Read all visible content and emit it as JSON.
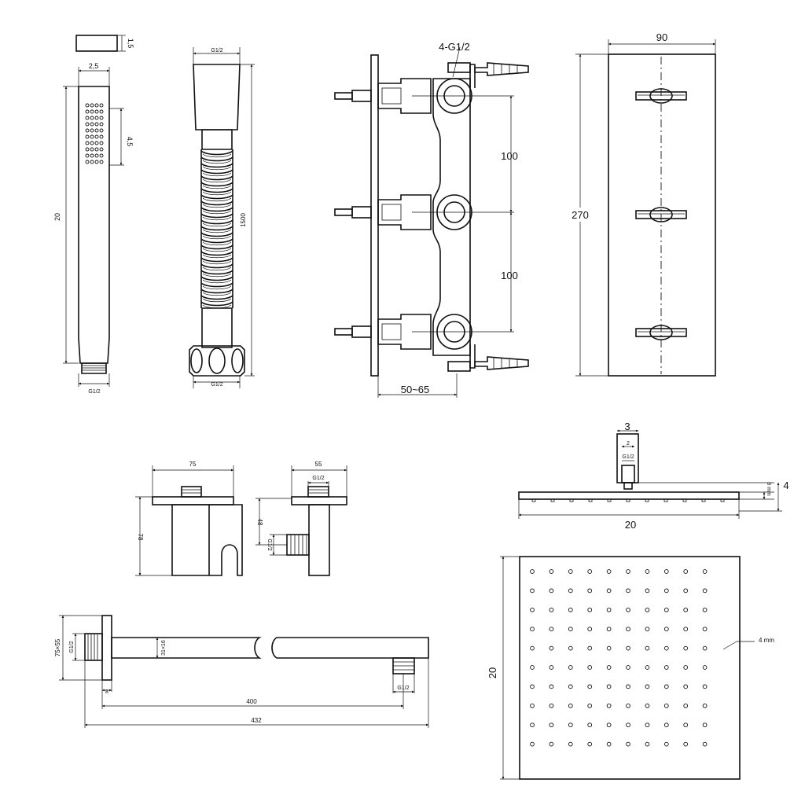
{
  "hand_shower": {
    "width": "2,5",
    "depth": "1,5",
    "length": "20",
    "nozzle_zone": "4,5",
    "thread": "G1/2"
  },
  "hose": {
    "thread_top": "G1/2",
    "thread_bottom": "G1/2",
    "length": "1500"
  },
  "valve_body": {
    "outlets": "4-G1/2",
    "spacing_1": "100",
    "spacing_2": "100",
    "depth_range": "50~65"
  },
  "front_plate": {
    "width": "90",
    "height": "270"
  },
  "wall_holder": {
    "width": "75",
    "height": "78"
  },
  "wall_outlet": {
    "width": "55",
    "thread": "G1/2",
    "projection": "48",
    "thread_side": "G1/2"
  },
  "shower_arm": {
    "flange": "75×55",
    "thread_in": "G1/2",
    "section": "31×16",
    "flange_depth": "8",
    "arm_length": "400",
    "total_length": "432",
    "thread_out": "G1/2"
  },
  "head_side": {
    "connector_width": "3",
    "connector_inner": "2",
    "thread": "G1/2",
    "plate_thickness": "8 mm",
    "height": "4",
    "width": "20"
  },
  "head_top": {
    "size": "20",
    "nozzle_size": "4 mm"
  }
}
